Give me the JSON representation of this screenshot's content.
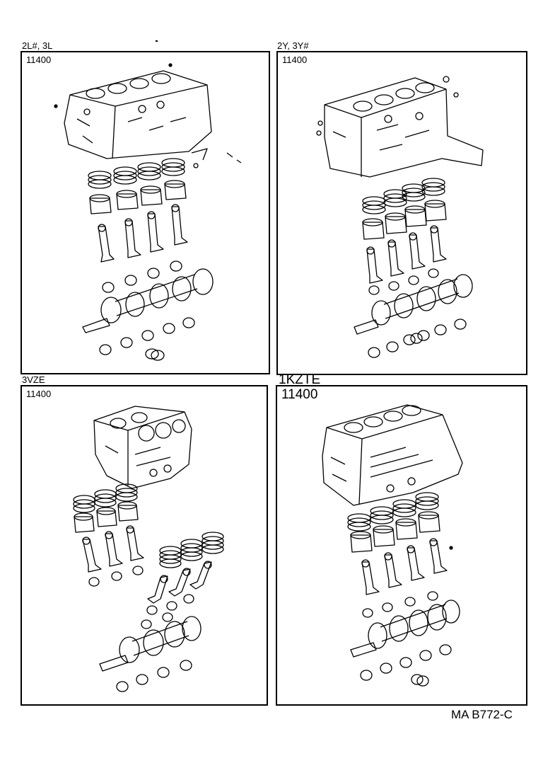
{
  "panels": [
    {
      "header": "2L#, 3L",
      "part_no": "11400"
    },
    {
      "header": "2Y, 3Y#",
      "part_no": "11400"
    },
    {
      "header": "3VZE",
      "part_no": "11400"
    },
    {
      "header": "1KZTE",
      "part_no": "11400"
    }
  ],
  "footer": {
    "ref": "MA B772-C"
  }
}
